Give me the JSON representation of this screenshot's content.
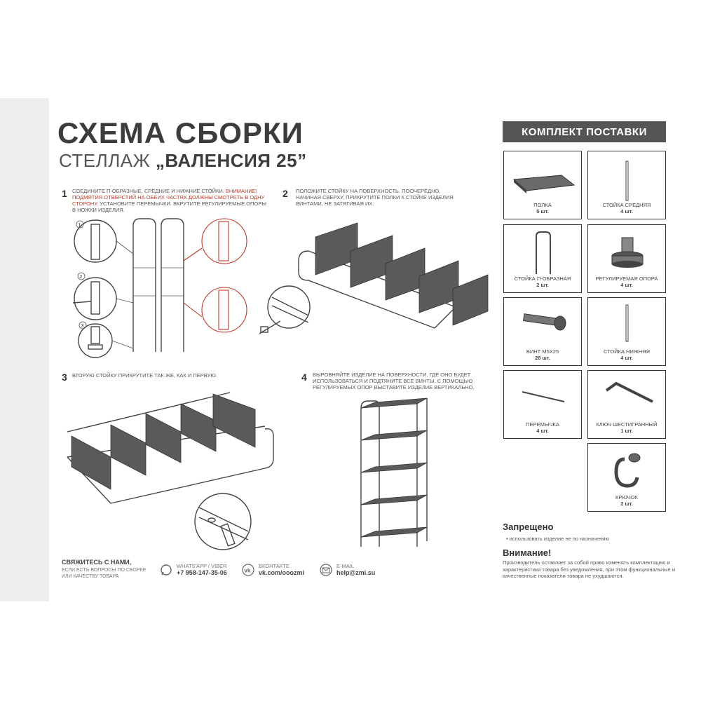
{
  "header": {
    "title": "СХЕМА СБОРКИ",
    "subtitle_prefix": "СТЕЛЛАЖ",
    "subtitle_name": "„ВАЛЕНСИЯ 25”"
  },
  "steps": [
    {
      "num": "1",
      "text_before": "Соедините П-образные, средние и нижние стойки.",
      "warning": "Внимание! Подмятия отверстий на обеих частях должны смотреть в одну сторону.",
      "text_after": "Установите перемычки. Вкрутите регулируемые опоры в ножки изделия.",
      "callouts": [
        "1",
        "2",
        "3"
      ]
    },
    {
      "num": "2",
      "text": "Положите стойку на поверхность. Поочерёдно, начиная сверху, прикрутите полки к стойке изделия винтами, не затягивая их."
    },
    {
      "num": "3",
      "text": "Вторую стойку прикрутите так же, как и первую."
    },
    {
      "num": "4",
      "text": "Выровняйте изделие на поверхности, где оно будет использоваться и подтяните все винты. С помощью регулируемых опор выставите изделие вертикально."
    }
  ],
  "kit": {
    "header": "КОМПЛЕКТ ПОСТАВКИ",
    "items": [
      {
        "name": "Полка",
        "qty": "5 шт.",
        "icon": "shelf-icon"
      },
      {
        "name": "Стойка средняя",
        "qty": "4 шт.",
        "icon": "rod-icon"
      },
      {
        "name": "Стойка П-образная",
        "qty": "2 шт.",
        "icon": "u-rack-icon"
      },
      {
        "name": "Регулируемая опора",
        "qty": "4 шт.",
        "icon": "adjustable-foot-icon"
      },
      {
        "name": "Винт М5х25",
        "qty": "28 шт.",
        "icon": "screw-icon"
      },
      {
        "name": "Стойка нижняя",
        "qty": "4 шт.",
        "icon": "rod-icon"
      },
      {
        "name": "Перемычка",
        "qty": "4 шт.",
        "icon": "crossbar-icon"
      },
      {
        "name": "Ключ шестигранный",
        "qty": "1 шт.",
        "icon": "hex-key-icon"
      },
      {
        "name": "Крючок",
        "qty": "2 шт.",
        "icon": "hook-icon"
      }
    ]
  },
  "forbidden": {
    "heading": "Запрещено",
    "text": "• использовать изделие не по назначению"
  },
  "attention": {
    "heading": "Внимание!",
    "text": "Производитель оставляет за собой право изменять комплектацию и характеристики товара без уведомления, при этом функциональные и качественные показатели товара не ухудшаются."
  },
  "contacts": {
    "heading": "Свяжитесь с нами,",
    "subtext": "если есть вопросы по сборке или качеству товара",
    "items": [
      {
        "label": "WHATS'APP / VIBER",
        "value": "+7 958-147-35-06",
        "icon": "whatsapp-icon"
      },
      {
        "label": "ВКОНТАКТЕ",
        "value": "vk.com/ooozmi",
        "icon": "vk-icon"
      },
      {
        "label": "E-MAIL",
        "value": "help@zmi.su",
        "icon": "email-icon"
      }
    ]
  }
}
